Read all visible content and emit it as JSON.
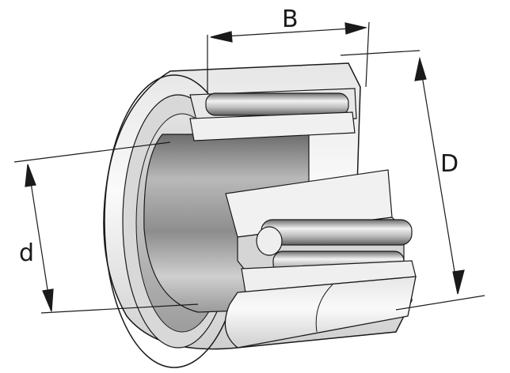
{
  "diagram": {
    "labels": {
      "width": "B",
      "outer_diameter": "D",
      "bore_diameter": "d"
    },
    "colors": {
      "line": "#1a1a1a",
      "metal_light": "#f4f4f4",
      "metal_mid": "#c8c8c8",
      "metal_dark": "#7a7a7a"
    }
  }
}
